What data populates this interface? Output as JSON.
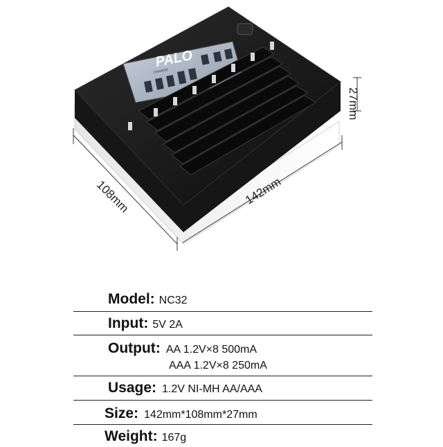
{
  "product": {
    "brand": "PALO",
    "display_caption": "CHARGE",
    "dimensions": {
      "height": "27mm",
      "depth": "108mm",
      "width": "142mm"
    },
    "colors": {
      "body": "#1a1a1a",
      "screen": "#a9b4c2",
      "base_light": "#f2f2f2"
    }
  },
  "specs": {
    "model": {
      "label": "Model",
      "value": "NC32"
    },
    "input": {
      "label": "Input",
      "value": "5V 2A"
    },
    "output": {
      "label": "Output",
      "line1": "AA 1.2V×8  500mA",
      "line2": "AAA 1.2V×8  250mA"
    },
    "usage": {
      "label": "Usage",
      "value": "1.2V NI-MH AA/AAA"
    },
    "size": {
      "label": "Size",
      "value": "142mm*108mm*27mm"
    },
    "weight": {
      "label": "Weight",
      "value": "167g"
    }
  }
}
